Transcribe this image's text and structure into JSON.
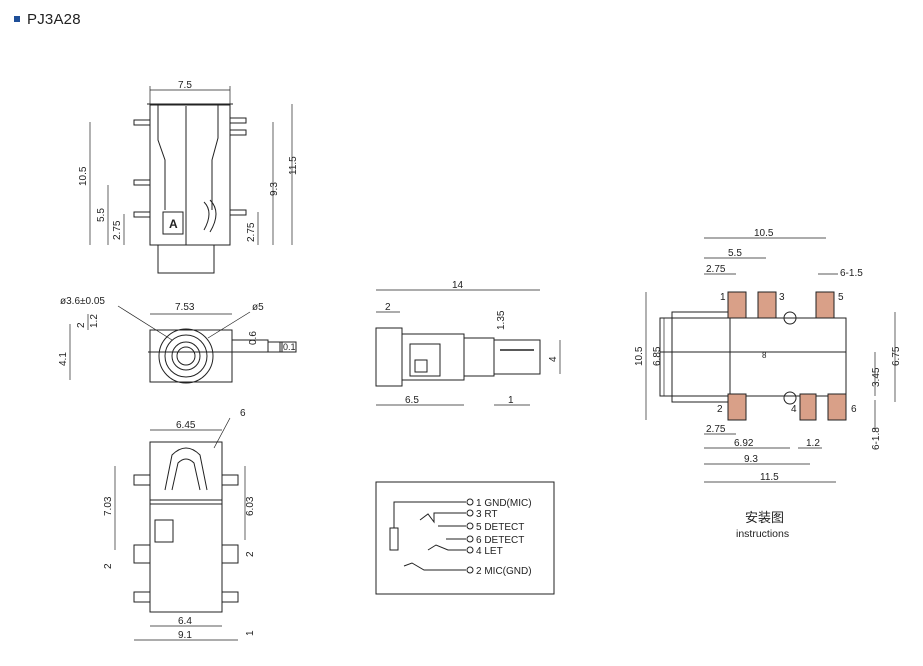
{
  "title": "PJ3A28",
  "views": {
    "top": {
      "w": "7.5",
      "h1": "11.5",
      "h2": "10.5",
      "h3": "9.3",
      "h4": "5.5",
      "h5a": "2.75",
      "h5b": "2.75",
      "mark": "A"
    },
    "front": {
      "dia_tol": "ø3.6±0.05",
      "dia_outer": "ø5",
      "w": "7.53",
      "d1": "2",
      "d2": "1.2",
      "d3": "4.1",
      "d4": "0.6",
      "d5": "0.1"
    },
    "bottom": {
      "w1": "6.45",
      "w2": "6",
      "h1": "7.03",
      "h2": "6.03",
      "s1": "2",
      "s2": "2",
      "w3": "6.4",
      "w4": "9.1",
      "s3": "1"
    },
    "side": {
      "len": "14",
      "d1": "2",
      "d2": "1.35",
      "h": "4",
      "d3": "6.5",
      "d4": "1"
    },
    "schematic": {
      "pins": [
        "1 GND(MIC)",
        "3 RT",
        "5 DETECT",
        "6 DETECT",
        "4 LET",
        "2 MIC(GND)"
      ]
    },
    "footprint": {
      "w1": "10.5",
      "w2": "5.5",
      "w3": "2.75",
      "w4": "6-1.5",
      "h1": "10.5",
      "h2": "6.85",
      "h3": "6.75",
      "h4": "3.45",
      "h5": "6-1.8",
      "c": "8",
      "b1": "2.75",
      "b2": "6.92",
      "b3": "1.2",
      "b4": "9.3",
      "b5": "11.5",
      "p1": "1",
      "p2": "3",
      "p3": "5",
      "p4": "2",
      "p5": "4",
      "p6": "6"
    },
    "caption_cn": "安装图",
    "caption_en": "instructions"
  }
}
